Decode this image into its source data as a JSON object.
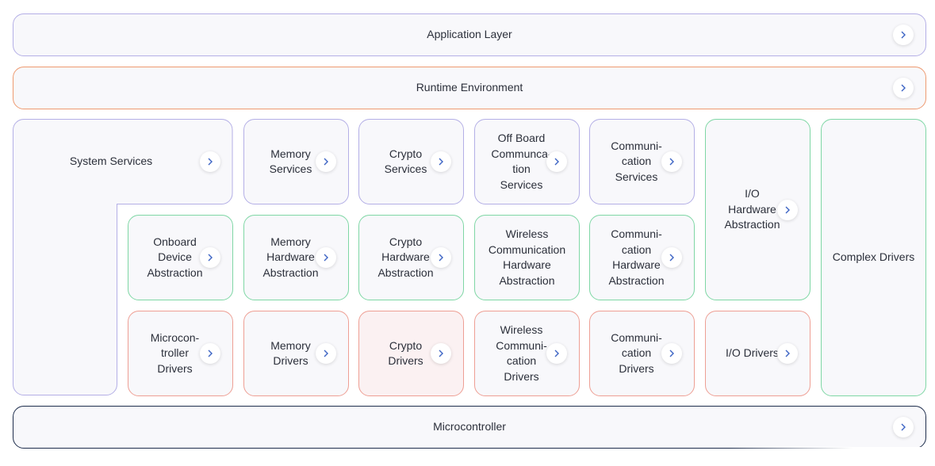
{
  "layers": {
    "application": "Application Layer",
    "runtime": "Runtime Environment",
    "microcontroller": "Microcontroller"
  },
  "services": {
    "system": "System Services",
    "memory": "Memory\nServices",
    "crypto": "Crypto\nServices",
    "offboard": "Off Board\nCommunca-\ntion\nServices",
    "communication": "Communi-\ncation\nServices"
  },
  "hardware_abstraction": {
    "onboard": "Onboard\nDevice\nAbstraction",
    "memory": "Memory\nHardware\nAbstraction",
    "crypto": "Crypto\nHardware\nAbstraction",
    "wireless": "Wireless\nCommunication\nHardware\nAbstraction",
    "communication": "Communi-\ncation\nHardware\nAbstraction",
    "io": "I/O\nHardware\nAbstraction"
  },
  "drivers": {
    "microcontroller": "Microcon-\ntroller\nDrivers",
    "memory": "Memory\nDrivers",
    "crypto": "Crypto\nDrivers",
    "wireless": "Wireless\nCommuni-\ncation\nDrivers",
    "communication": "Communi-\ncation\nDrivers",
    "io": "I/O Drivers",
    "complex": "Complex Drivers"
  },
  "colors": {
    "services": "#b4afe6",
    "runtime": "#ee9a70",
    "hardware_abstraction": "#7fd7a5",
    "drivers": "#ee9f94",
    "microcontroller": "#1e2d4c",
    "chevron": "#3b63c4"
  },
  "icons": {
    "expand": "chevron-right-icon"
  }
}
